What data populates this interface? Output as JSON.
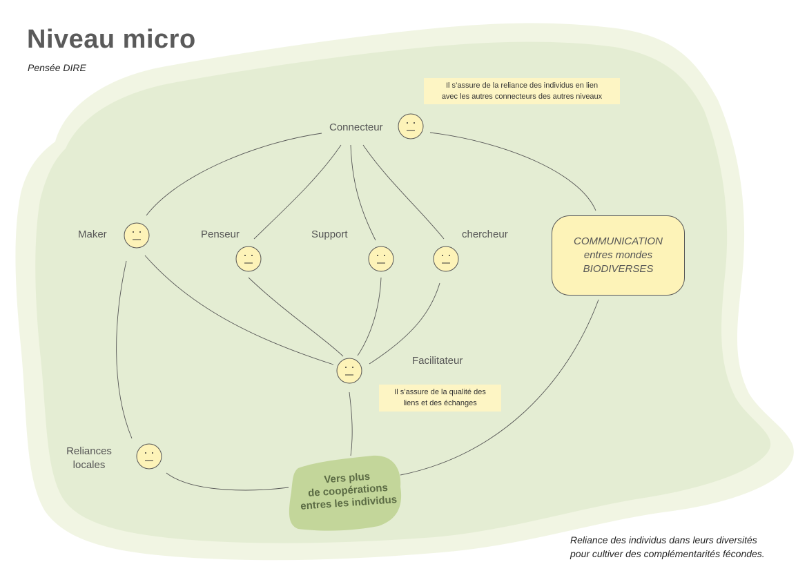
{
  "header": {
    "title": "Niveau micro",
    "subtitle": "Pensée DIRE"
  },
  "roles": {
    "connecteur": "Connecteur",
    "maker": "Maker",
    "penseur": "Penseur",
    "support": "Support",
    "chercheur": "chercheur",
    "facilitateur": "Facilitateur",
    "reliances_line1": "Reliances",
    "reliances_line2": "locales"
  },
  "notes": {
    "connecteur_line1": "Il s’assure de la reliance des individus en lien",
    "connecteur_line2": "avec les autres connecteurs des autres niveaux",
    "facilitateur_line1": "Il s’assure de la qualité des",
    "facilitateur_line2": "liens et des échanges"
  },
  "communication": {
    "line1": "COMMUNICATION",
    "line2": "entres mondes",
    "line3": "BIODIVERSES"
  },
  "goal": {
    "line1": "Vers plus",
    "line2": "de coopérations",
    "line3": "entres les individus"
  },
  "footer": {
    "line1": "Reliance des individus dans leurs diversités",
    "line2": "pour cultiver des complémentarités fécondes."
  },
  "colors": {
    "blob_outer": "#f1f5e3",
    "blob_inner": "#e4edd3",
    "face_fill": "#fdf3b8",
    "note_fill": "#fdf5c4",
    "goal_fill": "#c3d69a",
    "line": "#555555"
  },
  "icons": [
    "face-icon"
  ]
}
